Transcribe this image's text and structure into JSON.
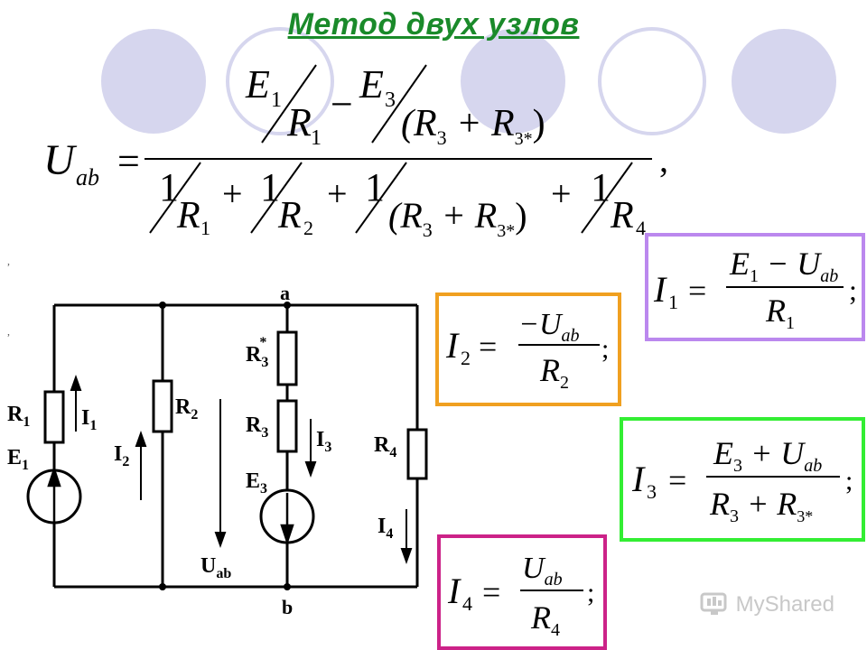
{
  "title": "Метод двух узлов",
  "colors": {
    "title": "#1a8a2a",
    "circle_fill": "#d6d6ee",
    "circle_stroke": "#d6d6ee",
    "box_i1": "#bb88ee",
    "box_i2": "#f0a020",
    "box_i3": "#33ee33",
    "box_i4": "#cc2288"
  },
  "formula_main": {
    "lhs": "U",
    "lhs_sub": "ab",
    "num_e1": "E",
    "num_e1_sub": "1",
    "num_r1": "R",
    "num_r1_sub": "1",
    "num_e3": "E",
    "num_e3_sub": "3",
    "num_den3": "(R",
    "num_den3_sub": "3",
    "num_den3_mid": " + R",
    "num_den3_sub2": "3*",
    "num_den3_end": ")",
    "den_one": "1",
    "den_r1": "R",
    "den_r1_sub": "1",
    "den_r2": "R",
    "den_r2_sub": "2",
    "den_r3": "(R",
    "den_r3_sub": "3",
    "den_r3_mid": " + R",
    "den_r3_sub2": "3*",
    "den_r3_end": ")",
    "den_r4": "R",
    "den_r4_sub": "4",
    "eq": "=",
    "minus": "−",
    "plus": "+",
    "comma": ","
  },
  "formula_i1": {
    "lhs": "I",
    "lhs_sub": "1",
    "num": "E",
    "num_sub": "1",
    "num_op": " − U",
    "num_sub2": "ab",
    "den": "R",
    "den_sub": "1",
    "end": ";"
  },
  "formula_i2": {
    "lhs": "I",
    "lhs_sub": "2",
    "num": "−U",
    "num_sub": "ab",
    "den": "R",
    "den_sub": "2",
    "end": ";"
  },
  "formula_i3": {
    "lhs": "I",
    "lhs_sub": "3",
    "num": "E",
    "num_sub": "3",
    "num_op": " + U",
    "num_sub2": "ab",
    "den": "R",
    "den_sub": "3",
    "den_op": " + R",
    "den_sub2": "3*",
    "end": ";"
  },
  "formula_i4": {
    "lhs": "I",
    "lhs_sub": "4",
    "num": "U",
    "num_sub": "ab",
    "den": "R",
    "den_sub": "4",
    "end": ";"
  },
  "circuit": {
    "node_a": "a",
    "node_b": "b",
    "r1": "R",
    "r1_sub": "1",
    "e1": "E",
    "e1_sub": "1",
    "i1": "I",
    "i1_sub": "1",
    "r2": "R",
    "r2_sub": "2",
    "i2": "I",
    "i2_sub": "2",
    "r3s": "R",
    "r3s_sub": "3",
    "r3s_star": "*",
    "r3": "R",
    "r3_sub": "3",
    "i3": "I",
    "i3_sub": "3",
    "e3": "E",
    "e3_sub": "3",
    "uab": "U",
    "uab_sub": "ab",
    "r4": "R",
    "r4_sub": "4",
    "i4": "I",
    "i4_sub": "4"
  },
  "ticks": [
    ",",
    ","
  ],
  "watermark": {
    "text": "MyShared"
  }
}
